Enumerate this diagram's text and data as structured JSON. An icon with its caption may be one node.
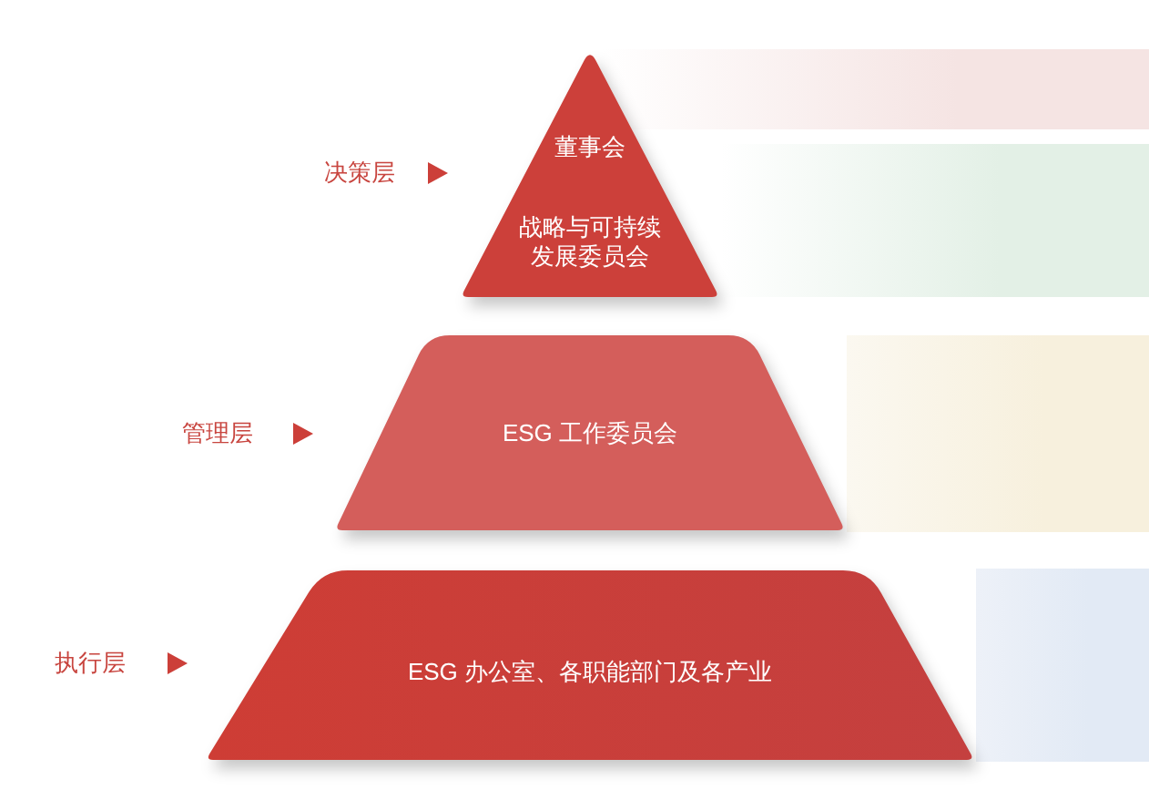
{
  "diagram": {
    "nodes": [
      {
        "text": [
          "董事会",
          "战略与可持续发展委员会"
        ],
        "beside": [
          "决策层"
        ]
      },
      {
        "text": [
          "ESG 工作委员会"
        ],
        "beside": [
          "管理层"
        ]
      },
      {
        "text": [
          "ESG 办公室、各职能部门及各产业"
        ],
        "beside": [
          "执行层"
        ]
      }
    ]
  }
}
